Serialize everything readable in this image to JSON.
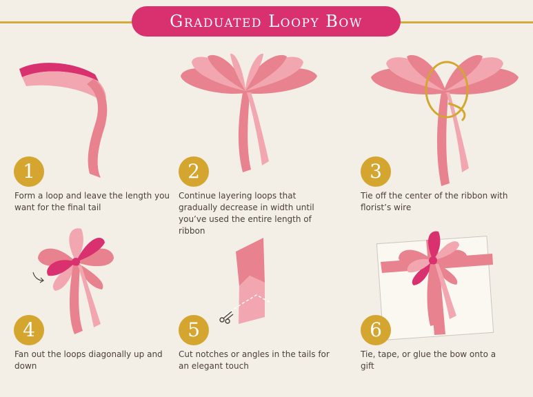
{
  "title": "Graduated Loopy Bow",
  "colors": {
    "ribbon": "#e8828f",
    "ribbon_light": "#f2a6b0",
    "ribbon_dark": "#d9306f",
    "gold": "#d4a62f",
    "background": "#f3efe7"
  },
  "steps": [
    {
      "number": "1",
      "text": "Form a loop and leave the length you want for the final tail"
    },
    {
      "number": "2",
      "text": "Continue layering loops that gradually decrease in width until you’ve used the entire length of ribbon"
    },
    {
      "number": "3",
      "text": "Tie off the center of the ribbon with florist’s wire"
    },
    {
      "number": "4",
      "text": "Fan out the loops diagonally up and down"
    },
    {
      "number": "5",
      "text": "Cut notches or angles in the tails for an elegant touch"
    },
    {
      "number": "6",
      "text": "Tie, tape, or glue the bow onto a gift"
    }
  ]
}
